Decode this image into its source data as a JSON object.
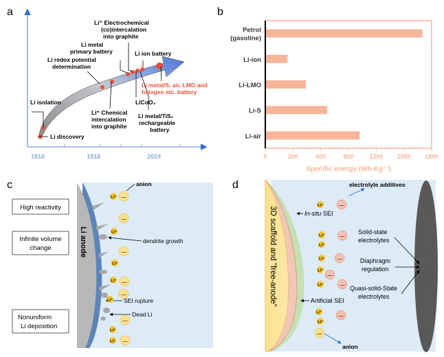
{
  "panel_a": {
    "letter": "a",
    "years": [
      "1818",
      "1918",
      "2024"
    ],
    "labels": {
      "li_discovery": "Li discovery",
      "li_isolation": "Li isolation",
      "redox_1": "Li redox potential",
      "redox_2": "determination",
      "metal_1": "Li metal",
      "metal_2": "primary battery",
      "echem_1": "Li⁺ Electrochemical",
      "echem_2": "(co)intercalation",
      "echem_3": "into graphite",
      "ion_battery": "Li ion battery",
      "chem_1": "Li⁺ Chemical",
      "chem_2": "intercalation",
      "chem_3": "into graphite",
      "licoo2": "LiCoO₂",
      "tis2_1": "Li metal/TiS₂",
      "tis2_2": "rechargeable",
      "tis2_3": "battery",
      "future_1": "Li metal/S, air, LMO and",
      "future_2": "halogen etc. battery"
    },
    "colors": {
      "axis": "#8eaadb",
      "arrow": "#5b7fd6",
      "dot": "#e8503a",
      "future_text": "#e8503a"
    }
  },
  "chart_data": {
    "type": "bar",
    "letter": "b",
    "categories": [
      "Petrol\n(gasoline)",
      "Li-ion",
      "Li-LMO",
      "Li-S",
      "Li-air"
    ],
    "category_lines": [
      [
        "Petrol",
        "(gasoline)"
      ],
      [
        "Li-ion"
      ],
      [
        "Li-LMO"
      ],
      [
        "Li-S"
      ],
      [
        "Li-air"
      ]
    ],
    "values": [
      1700,
      240,
      440,
      670,
      1020
    ],
    "xlabel": "Specific energy (Wh Kg⁻¹)",
    "xlim": [
      0,
      1800
    ],
    "ticks": [
      "0",
      "300",
      "600",
      "900",
      "1200",
      "1500",
      "1800"
    ],
    "tick_values": [
      0,
      300,
      600,
      900,
      1200,
      1500,
      1800
    ],
    "bar_color": "#f8b59a",
    "axis_color": "#f8b59a",
    "grid": false
  },
  "panel_c": {
    "letter": "c",
    "boxes": {
      "high_reactivity": "High reactivity",
      "volume_1": "Infinite volume",
      "volume_2": "change",
      "nonuniform_1": "Nonuniform",
      "nonuniform_2": "Li deposition"
    },
    "anode_label": "Li anode",
    "annotations": {
      "anion": "anion",
      "dendrite": "dendrite growth",
      "sei_rupture": "SEI rupture",
      "dead_li": "Dead Li"
    },
    "li_plus": "Li⁺",
    "minus": "—"
  },
  "panel_d": {
    "letter": "d",
    "scaffold_label": "3D scaffold and \"free-anode\"",
    "insitu_italic": "In-situ",
    "insitu_rest": " SEI",
    "artificial_sei": "Artificial SEI",
    "electrolyte_additives": "electrolyte additives",
    "anion": "anion",
    "solid_1": "Solid-state",
    "solid_2": "electrolytes",
    "diaphragm_1": "Diaphragm",
    "diaphragm_2": "regulation",
    "quasi_1": "Quasi-solid-State",
    "quasi_2": "electrolytes",
    "li_plus": "Li⁺",
    "minus": "—"
  }
}
